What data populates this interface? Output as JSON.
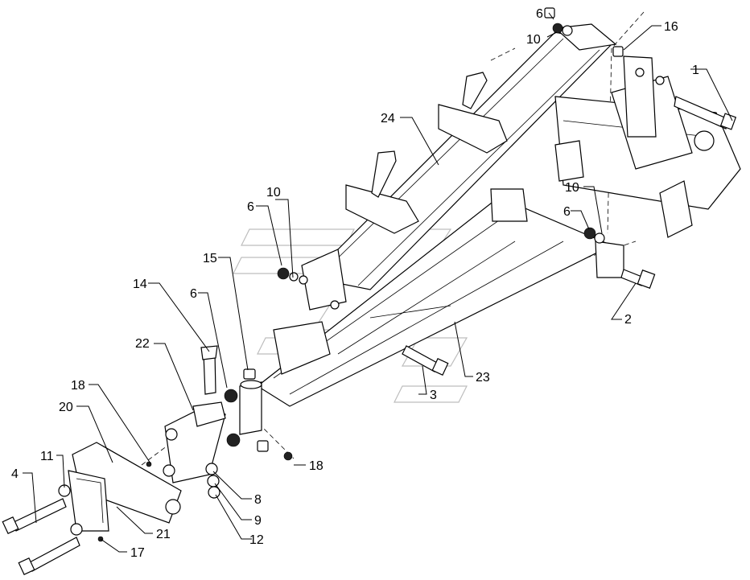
{
  "callouts": {
    "c6a": "6",
    "c10a": "10",
    "c16": "16",
    "c1": "1",
    "c24": "24",
    "c10b": "10",
    "c6b": "6",
    "c10c": "10",
    "c6c": "6",
    "c15": "15",
    "c14": "14",
    "c6d": "6",
    "c2": "2",
    "c22": "22",
    "c23": "23",
    "c18a": "18",
    "c3": "3",
    "c20": "20",
    "c11": "11",
    "c18b": "18",
    "c4": "4",
    "c8": "8",
    "c9": "9",
    "c21": "21",
    "c12": "12",
    "c17": "17"
  }
}
